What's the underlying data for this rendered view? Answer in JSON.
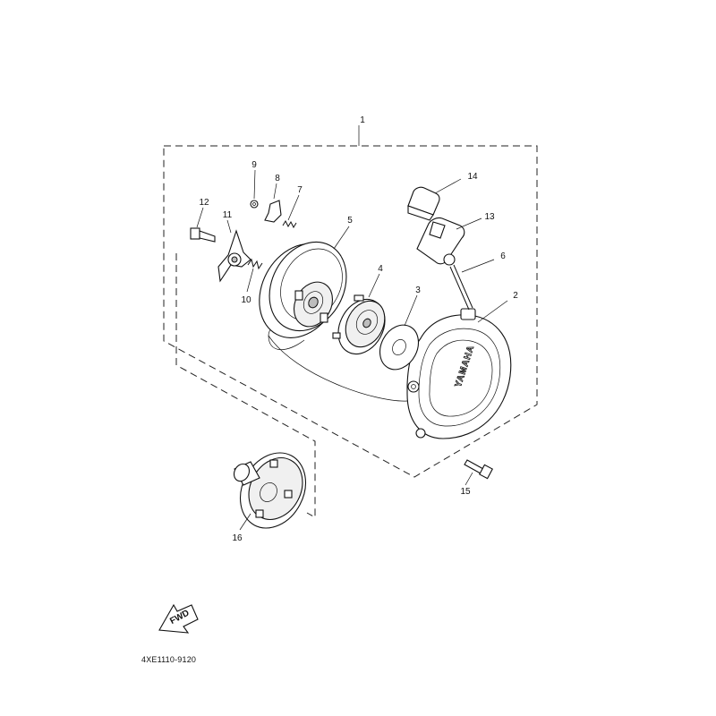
{
  "callouts": [
    "1",
    "2",
    "3",
    "4",
    "5",
    "6",
    "7",
    "8",
    "9",
    "10",
    "11",
    "12",
    "13",
    "14",
    "15",
    "16"
  ],
  "cover_brand": "YAMAHA",
  "fwd_label": "FWD",
  "reference_code": "4XE1110-9120"
}
